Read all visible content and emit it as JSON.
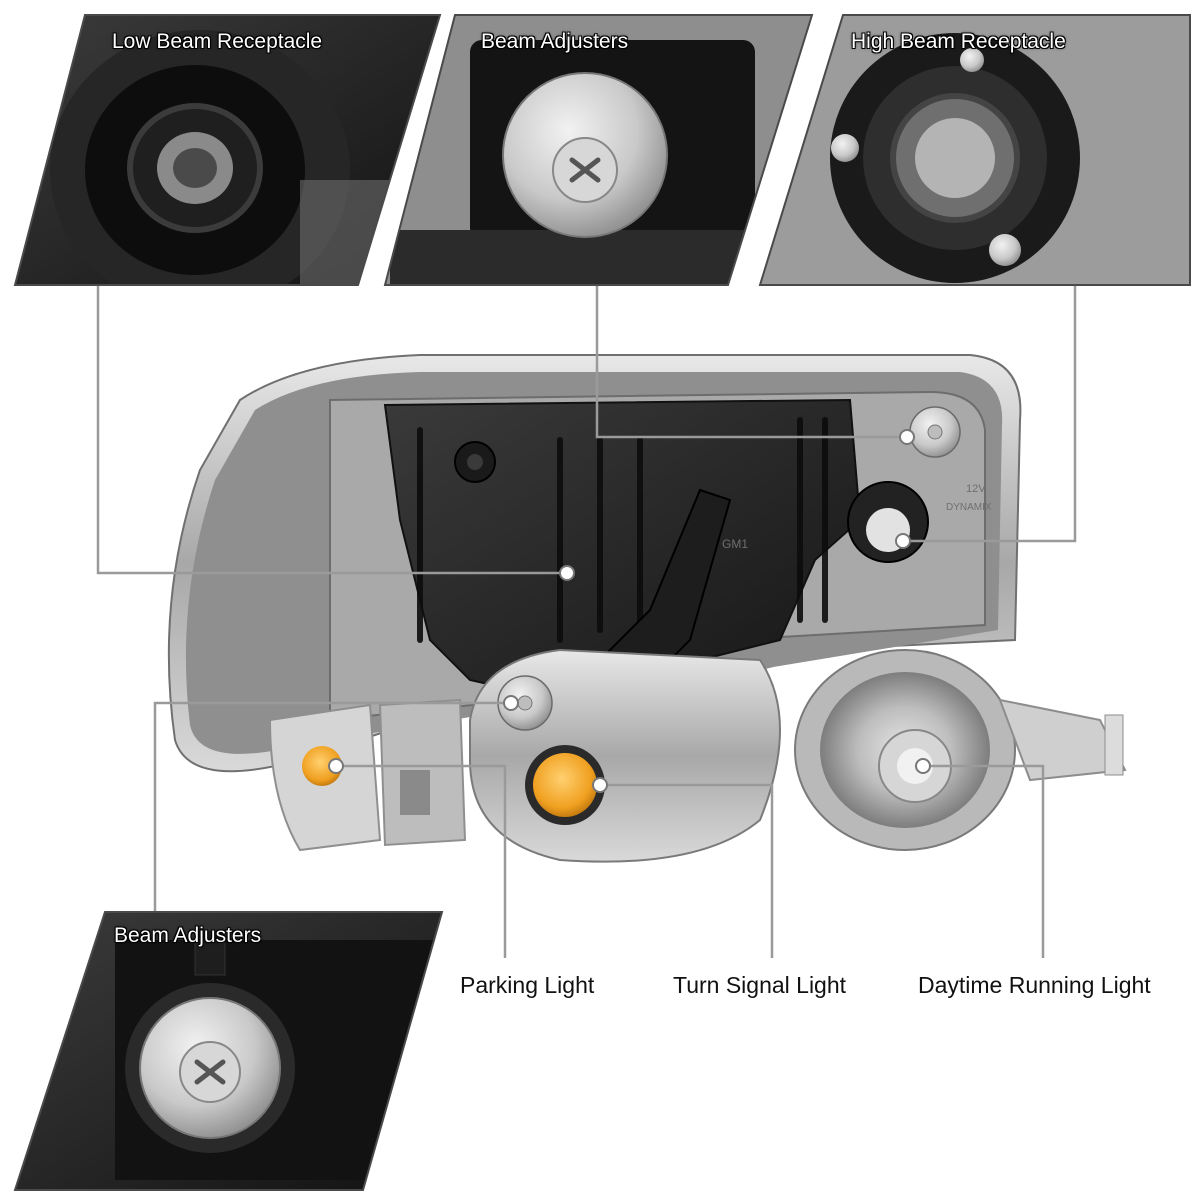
{
  "insets": {
    "low_beam": {
      "label": "Low Beam Receptacle"
    },
    "beam_adjusters_top": {
      "label": "Beam Adjusters"
    },
    "high_beam": {
      "label": "High Beam Receptacle"
    },
    "beam_adjusters_bottom": {
      "label": "Beam Adjusters"
    }
  },
  "callouts": {
    "parking_light": "Parking Light",
    "turn_signal_light": "Turn Signal Light",
    "daytime_running_light": "Daytime Running Light"
  },
  "housing_markings": {
    "part_code": "GM1",
    "voltage": "12V",
    "brand": "DYNAMIX"
  },
  "colors": {
    "amber_bulb": "#f0a020",
    "callout_line": "#9a9a9a",
    "inset_border": "#4a4a4a",
    "housing_dark": "#2b2b2b",
    "chrome": "#c8c8c8"
  }
}
